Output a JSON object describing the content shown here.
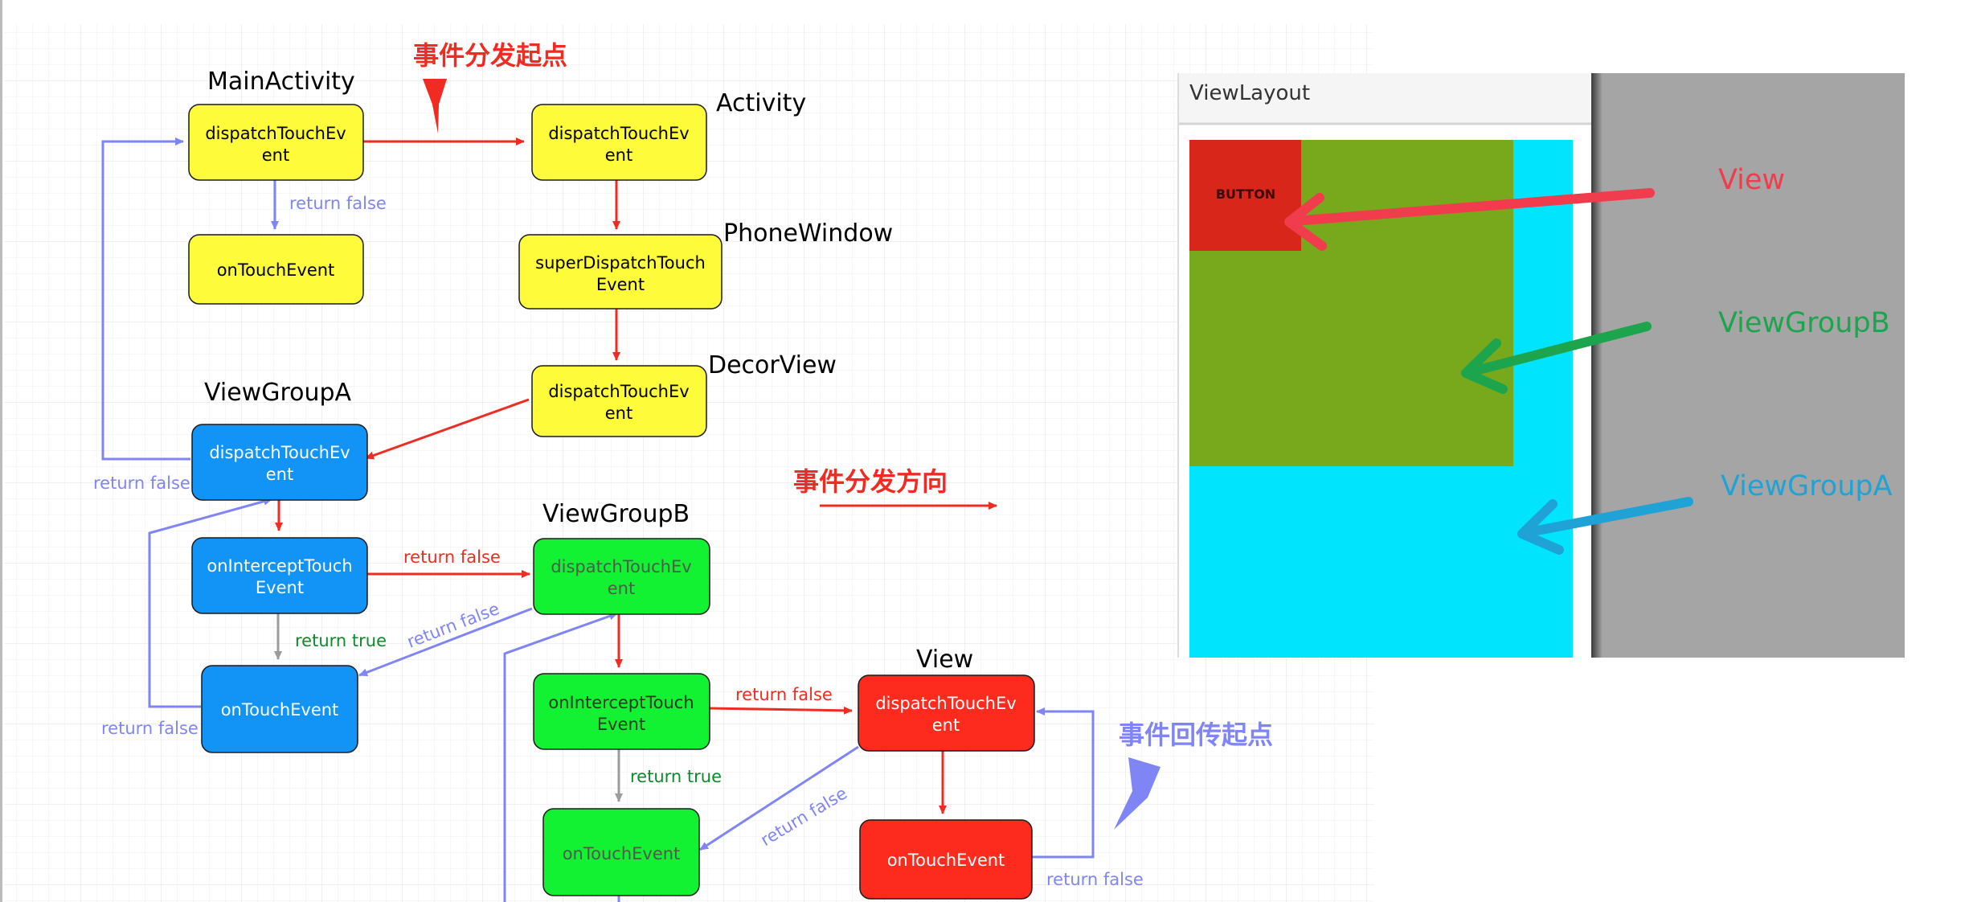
{
  "diagram": {
    "headings": {
      "main_activity": "MainActivity",
      "activity": "Activity",
      "phone_window": "PhoneWindow",
      "decor_view": "DecorView",
      "view_group_a": "ViewGroupA",
      "view_group_b": "ViewGroupB",
      "view": "View"
    },
    "notes": {
      "dispatch_start": "事件分发起点",
      "dispatch_direction": "事件分发方向",
      "return_start": "事件回传起点"
    },
    "nodes": {
      "main_dispatch": "dispatchTouchEv\nent",
      "main_touch": "onTouchEvent",
      "act_dispatch": "dispatchTouchEv\nent",
      "pw_super": "superDispatchTouch\nEvent",
      "decor_dispatch": "dispatchTouchEv\nent",
      "vga_dispatch": "dispatchTouchEv\nent",
      "vga_intercept": "onInterceptTouch\nEvent",
      "vga_touch": "onTouchEvent",
      "vgb_dispatch": "dispatchTouchEv\nent",
      "vgb_intercept": "onInterceptTouch\nEvent",
      "vgb_touch": "onTouchEvent",
      "view_dispatch": "dispatchTouchEv\nent",
      "view_touch": "onTouchEvent"
    },
    "edge_labels": {
      "main_return_false": "return false",
      "vga_return_false": "return false",
      "vga_intercept_false": "return false",
      "vga_intercept_true": "return true",
      "vga_touch_return_false": "return false",
      "vgb_back_return_false": "return false",
      "vgb_intercept_false": "return false",
      "vgb_intercept_true": "return true",
      "view_back_return_false": "return false",
      "view_touch_return_false": "return false"
    }
  },
  "layout_panel": {
    "title": "ViewLayout",
    "button_label": "BUTTON",
    "callouts": {
      "view": "View",
      "view_group_b": "ViewGroupB",
      "view_group_a": "ViewGroupA"
    }
  },
  "colors": {
    "grid": "#eeeeee",
    "yellow_box": "#fefb3a",
    "blue_box": "#1194f6",
    "green_box": "#12f233",
    "red_box": "#fd2a1e",
    "dispatch_arrow": "#f02c22",
    "return_arrow": "#7f85f5",
    "true_arrow": "#9b9b9b",
    "true_text": "#0d8a2a",
    "cyan_area": "#00e5fd",
    "olive_area": "#78a81c",
    "button_red": "#d8261a",
    "side_gray": "#a5a5a5",
    "callout_red": "#f03c4c",
    "callout_green": "#1da54d",
    "callout_blue": "#1fa3d7"
  }
}
